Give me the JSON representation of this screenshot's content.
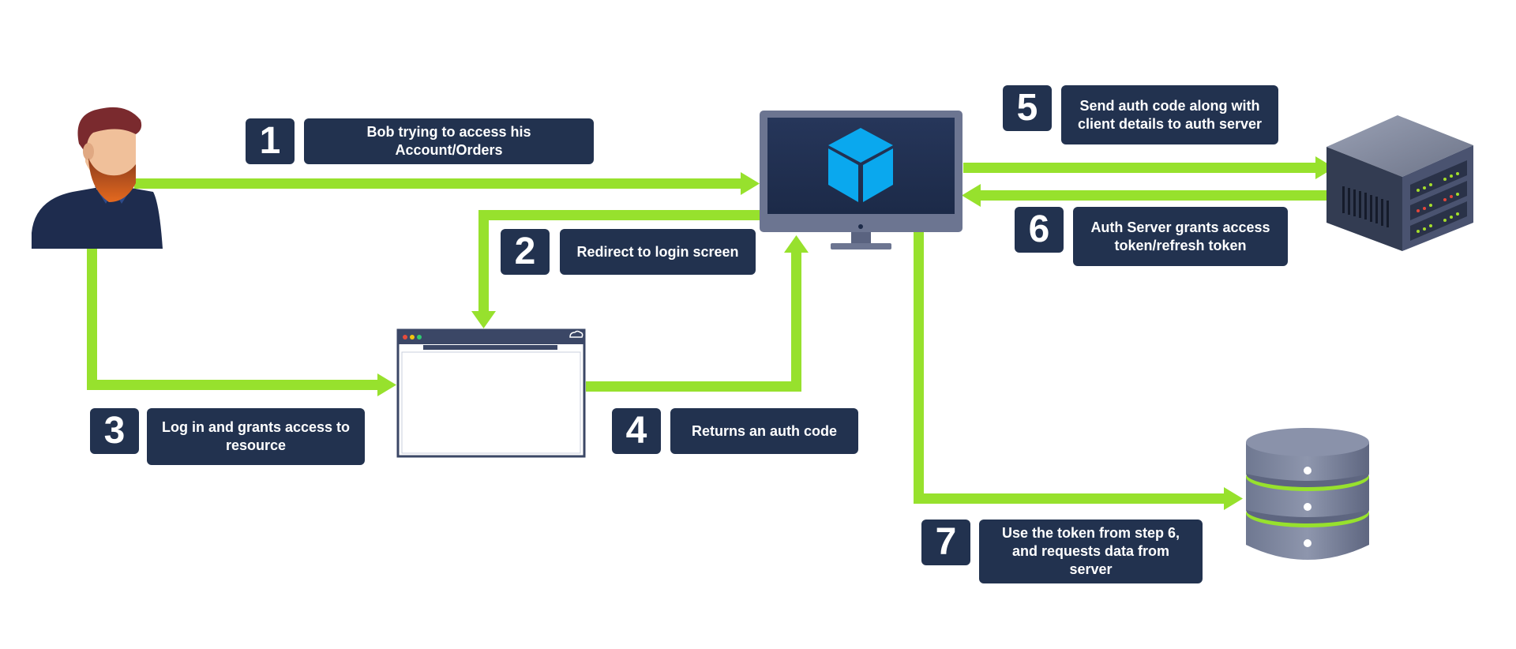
{
  "steps": [
    {
      "number": "1",
      "label": "Bob trying to access his Account/Orders"
    },
    {
      "number": "2",
      "label": "Redirect to login screen"
    },
    {
      "number": "3",
      "label": "Log in and grants access to resource"
    },
    {
      "number": "4",
      "label": "Returns an auth code"
    },
    {
      "number": "5",
      "label": "Send auth code along with client details to auth server"
    },
    {
      "number": "6",
      "label": "Auth Server grants access token/refresh token"
    },
    {
      "number": "7",
      "label": "Use the token from step 6, and requests data from server"
    }
  ],
  "colors": {
    "arrow": "#97e12d",
    "label_box": "#22324f",
    "label_text": "#ffffff",
    "client_logo": "#0aa8ee"
  },
  "icons": {
    "user": "person-avatar-icon",
    "client": "monitor-app-icon",
    "browser": "browser-window-icon",
    "auth_server": "server-rack-icon",
    "resource": "database-icon"
  }
}
